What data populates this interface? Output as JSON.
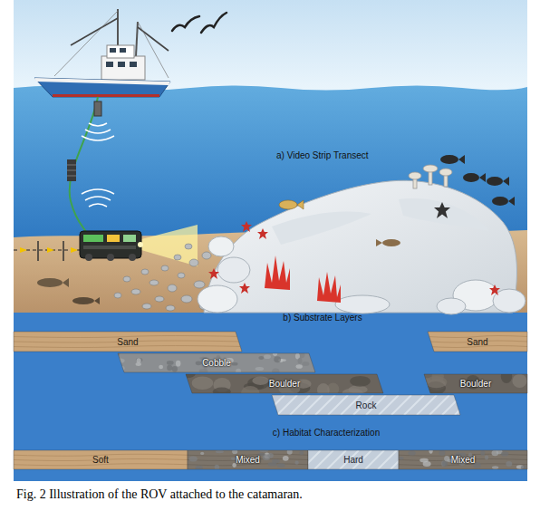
{
  "diagram": {
    "caption": "Fig. 2 Illustration of the ROV attached to the catamaran.",
    "nodes": [
      {
        "text": [
          "Sand"
        ]
      },
      {
        "text": [
          "Sand"
        ]
      },
      {
        "text": [
          "Cobble"
        ]
      },
      {
        "text": [
          "Boulder"
        ]
      },
      {
        "text": [
          "Boulder"
        ]
      },
      {
        "text": [
          "Rock"
        ]
      },
      {
        "text": [
          "Soft"
        ]
      },
      {
        "text": [
          "Mixed"
        ]
      },
      {
        "text": [
          "Hard"
        ]
      },
      {
        "text": [
          "Mixed"
        ]
      }
    ],
    "labels": [
      "a) Video Strip Transect",
      "b) Substrate Layers",
      "c) Habitat Characterization"
    ]
  }
}
